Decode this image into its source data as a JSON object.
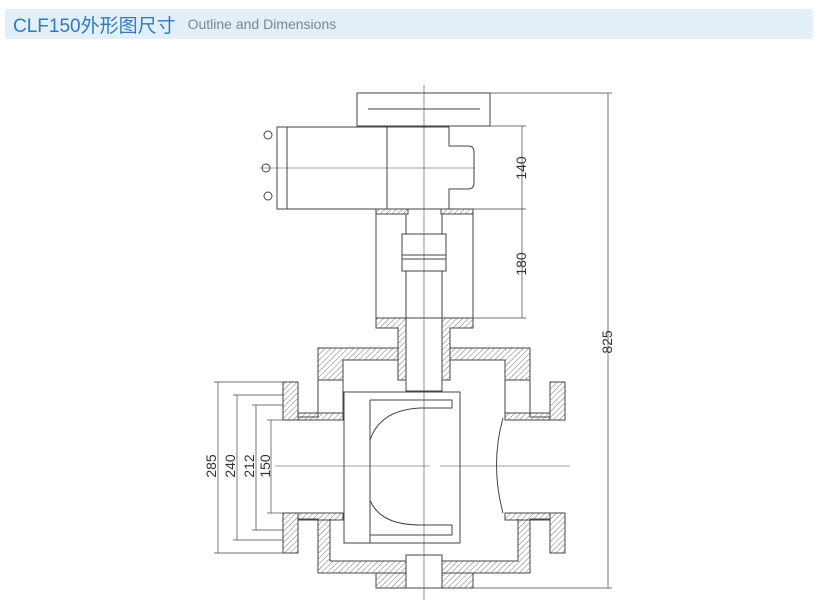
{
  "header": {
    "title": "CLF150外形图尺寸",
    "subtitle": "Outline and Dimensions"
  },
  "dimensions": {
    "overall_height": "825",
    "actuator_height": "140",
    "bracket_height": "180",
    "flange_od": "285",
    "bolt_circle": "240",
    "raised_face": "212",
    "bore": "150"
  },
  "colors": {
    "title": "#2f7bbf",
    "header_bg": "#e2eff9",
    "line": "#444444"
  }
}
